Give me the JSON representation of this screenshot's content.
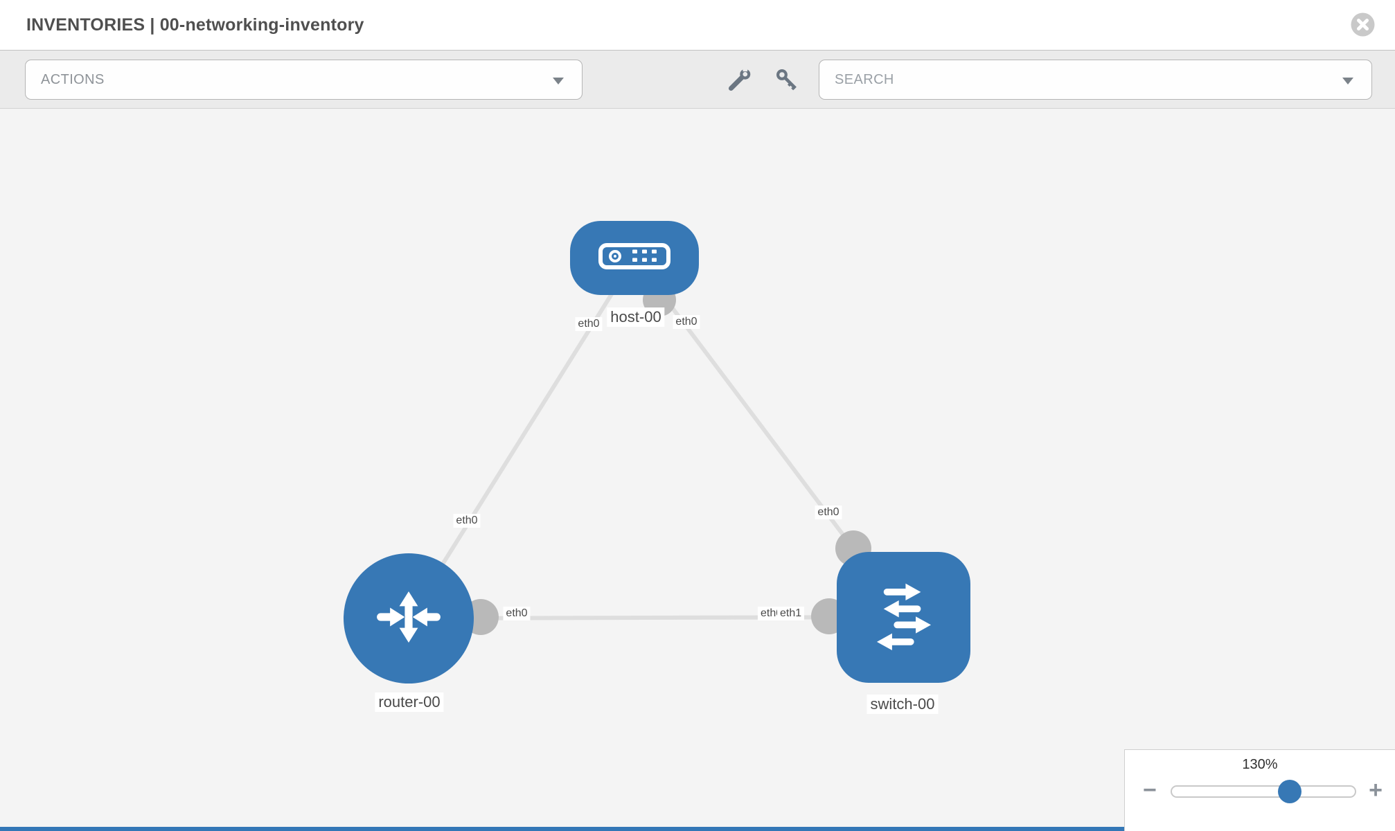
{
  "header": {
    "title": "INVENTORIES | 00-networking-inventory"
  },
  "toolbar": {
    "actions_label": "ACTIONS",
    "search_placeholder": "SEARCH",
    "icons": [
      "wrench-icon",
      "key-icon"
    ]
  },
  "topology": {
    "nodes": [
      {
        "label": "host-00",
        "type": "host"
      },
      {
        "label": "router-00",
        "type": "router"
      },
      {
        "label": "switch-00",
        "type": "switch"
      }
    ],
    "links": [
      {
        "from": "router-00",
        "to": "host-00",
        "from_interface": "eth0",
        "to_interface": "eth0"
      },
      {
        "from": "host-00",
        "to": "switch-00",
        "from_interface": "eth0",
        "to_interface": "eth0"
      },
      {
        "from": "router-00",
        "to": "switch-00",
        "from_interface": "eth0",
        "to_interface": "eth1"
      }
    ],
    "interface_labels": {
      "rh_router_end": "eth0",
      "rh_host_end": "eth0",
      "hs_host_end": "eth0",
      "hs_switch_end": "eth0",
      "rs_router_end": "eth0",
      "rs_switch_end_rear": "eth0",
      "rs_switch_end_front": "eth1"
    }
  },
  "zoom_control": {
    "value": "130%",
    "minus": "−",
    "plus": "+",
    "slider_fraction": 0.645
  },
  "colors": {
    "node_blue": "#3778b5",
    "link_gray": "#dedede",
    "interface_gray": "#b9b9b9",
    "canvas_bg": "#f4f4f4",
    "toolbar_bg": "#ebebeb"
  }
}
